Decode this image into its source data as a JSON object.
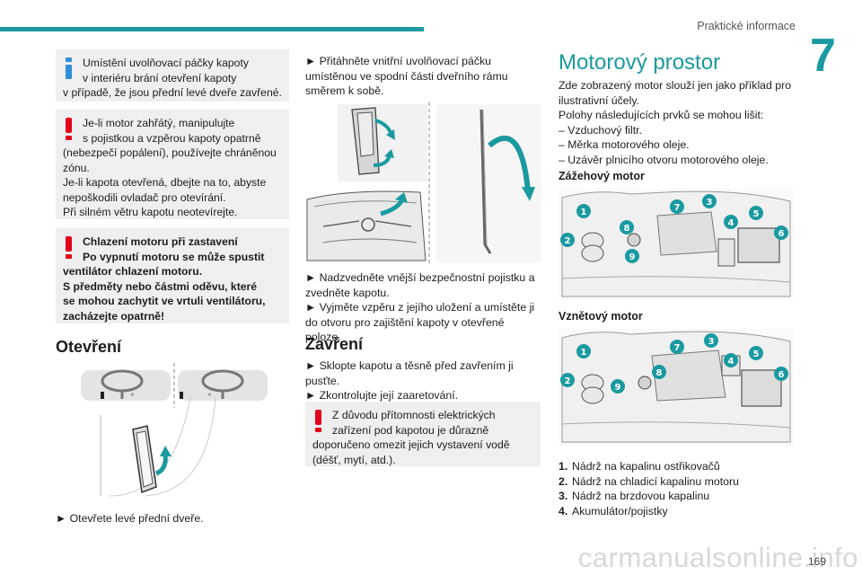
{
  "header": {
    "title": "Praktické informace",
    "chapter": "7",
    "page": "169"
  },
  "watermark": "carmanualsonline.info",
  "col1": {
    "note1": {
      "line1": "Umístění uvolňovací páčky kapoty",
      "line2": "v interiéru brání otevření kapoty",
      "line3": "v případě, že jsou přední levé dveře zavřené."
    },
    "note2": {
      "line1": "Je-li motor zahřátý, manipulujte",
      "line2": "s pojistkou a vzpěrou kapoty opatrně",
      "line3": "(nebezpečí popálení), používejte chráněnou",
      "line4": "zónu.",
      "line5": "Je-li kapota otevřená, dbejte na to, abyste",
      "line6": "nepoškodili ovladač pro otevírání.",
      "line7": "Při silném větru kapotu neotevírejte."
    },
    "note3": {
      "line1": "Chlazení motoru při zastavení",
      "line2": "Po vypnutí motoru se může spustit",
      "line3": "ventilátor chlazení motoru.",
      "line4": "S předměty nebo částmi oděvu, které",
      "line5": "se mohou zachytit ve vrtuli ventilátoru,",
      "line6": "zacházejte opatrně!"
    },
    "heading": "Otevření",
    "step": "► Otevřete levé přední dveře."
  },
  "col2": {
    "step1": {
      "line1": "► Přitáhněte vnitřní uvolňovací páčku",
      "line2": "umístěnou ve spodní části dveřního rámu",
      "line3": "směrem k sobě."
    },
    "step2": {
      "line1": "► Nadzvedněte vnější bezpečnostní pojistku a",
      "line2": "zvedněte kapotu."
    },
    "step3": {
      "line1": "► Vyjměte vzpěru z jejího uložení a umístěte ji",
      "line2": "do otvoru pro zajištění kapoty v otevřené poloze."
    },
    "heading": "Zavření",
    "step4": {
      "line1": "► Sklopte kapotu a těsně před zavřením ji",
      "line2": "pusťte."
    },
    "step5": "► Zkontrolujte její zaaretování.",
    "note": {
      "line1": "Z důvodu přítomnosti elektrických",
      "line2": "zařízení pod kapotou je důrazně",
      "line3": "doporučeno omezit jejich vystavení vodě",
      "line4": "(déšť, mytí, atd.)."
    }
  },
  "col3": {
    "heading": "Motorový prostor",
    "intro": {
      "line1": "Zde zobrazený motor slouží jen jako příklad pro",
      "line2": "ilustrativní účely.",
      "line3": "Polohy následujících prvků se mohou lišit:",
      "line4": "– Vzduchový filtr.",
      "line5": "– Měrka motorového oleje.",
      "line6": "– Uzávěr plnicího otvoru motorového oleje."
    },
    "petrol": "Zážehový motor",
    "diesel": "Vznětový motor",
    "items": [
      {
        "num": "1.",
        "text": "Nádrž na kapalinu ostřikovačů"
      },
      {
        "num": "2.",
        "text": "Nádrž na chladicí kapalinu motoru"
      },
      {
        "num": "3.",
        "text": "Nádrž na brzdovou kapalinu"
      },
      {
        "num": "4.",
        "text": "Akumulátor/pojistky"
      }
    ],
    "callouts": [
      "1",
      "2",
      "3",
      "4",
      "5",
      "6",
      "7",
      "8",
      "9"
    ]
  },
  "colors": {
    "accent": "#1a9aa0",
    "info": "#2f8fd8",
    "warning": "#e2001a",
    "note_bg": "#efefef"
  }
}
